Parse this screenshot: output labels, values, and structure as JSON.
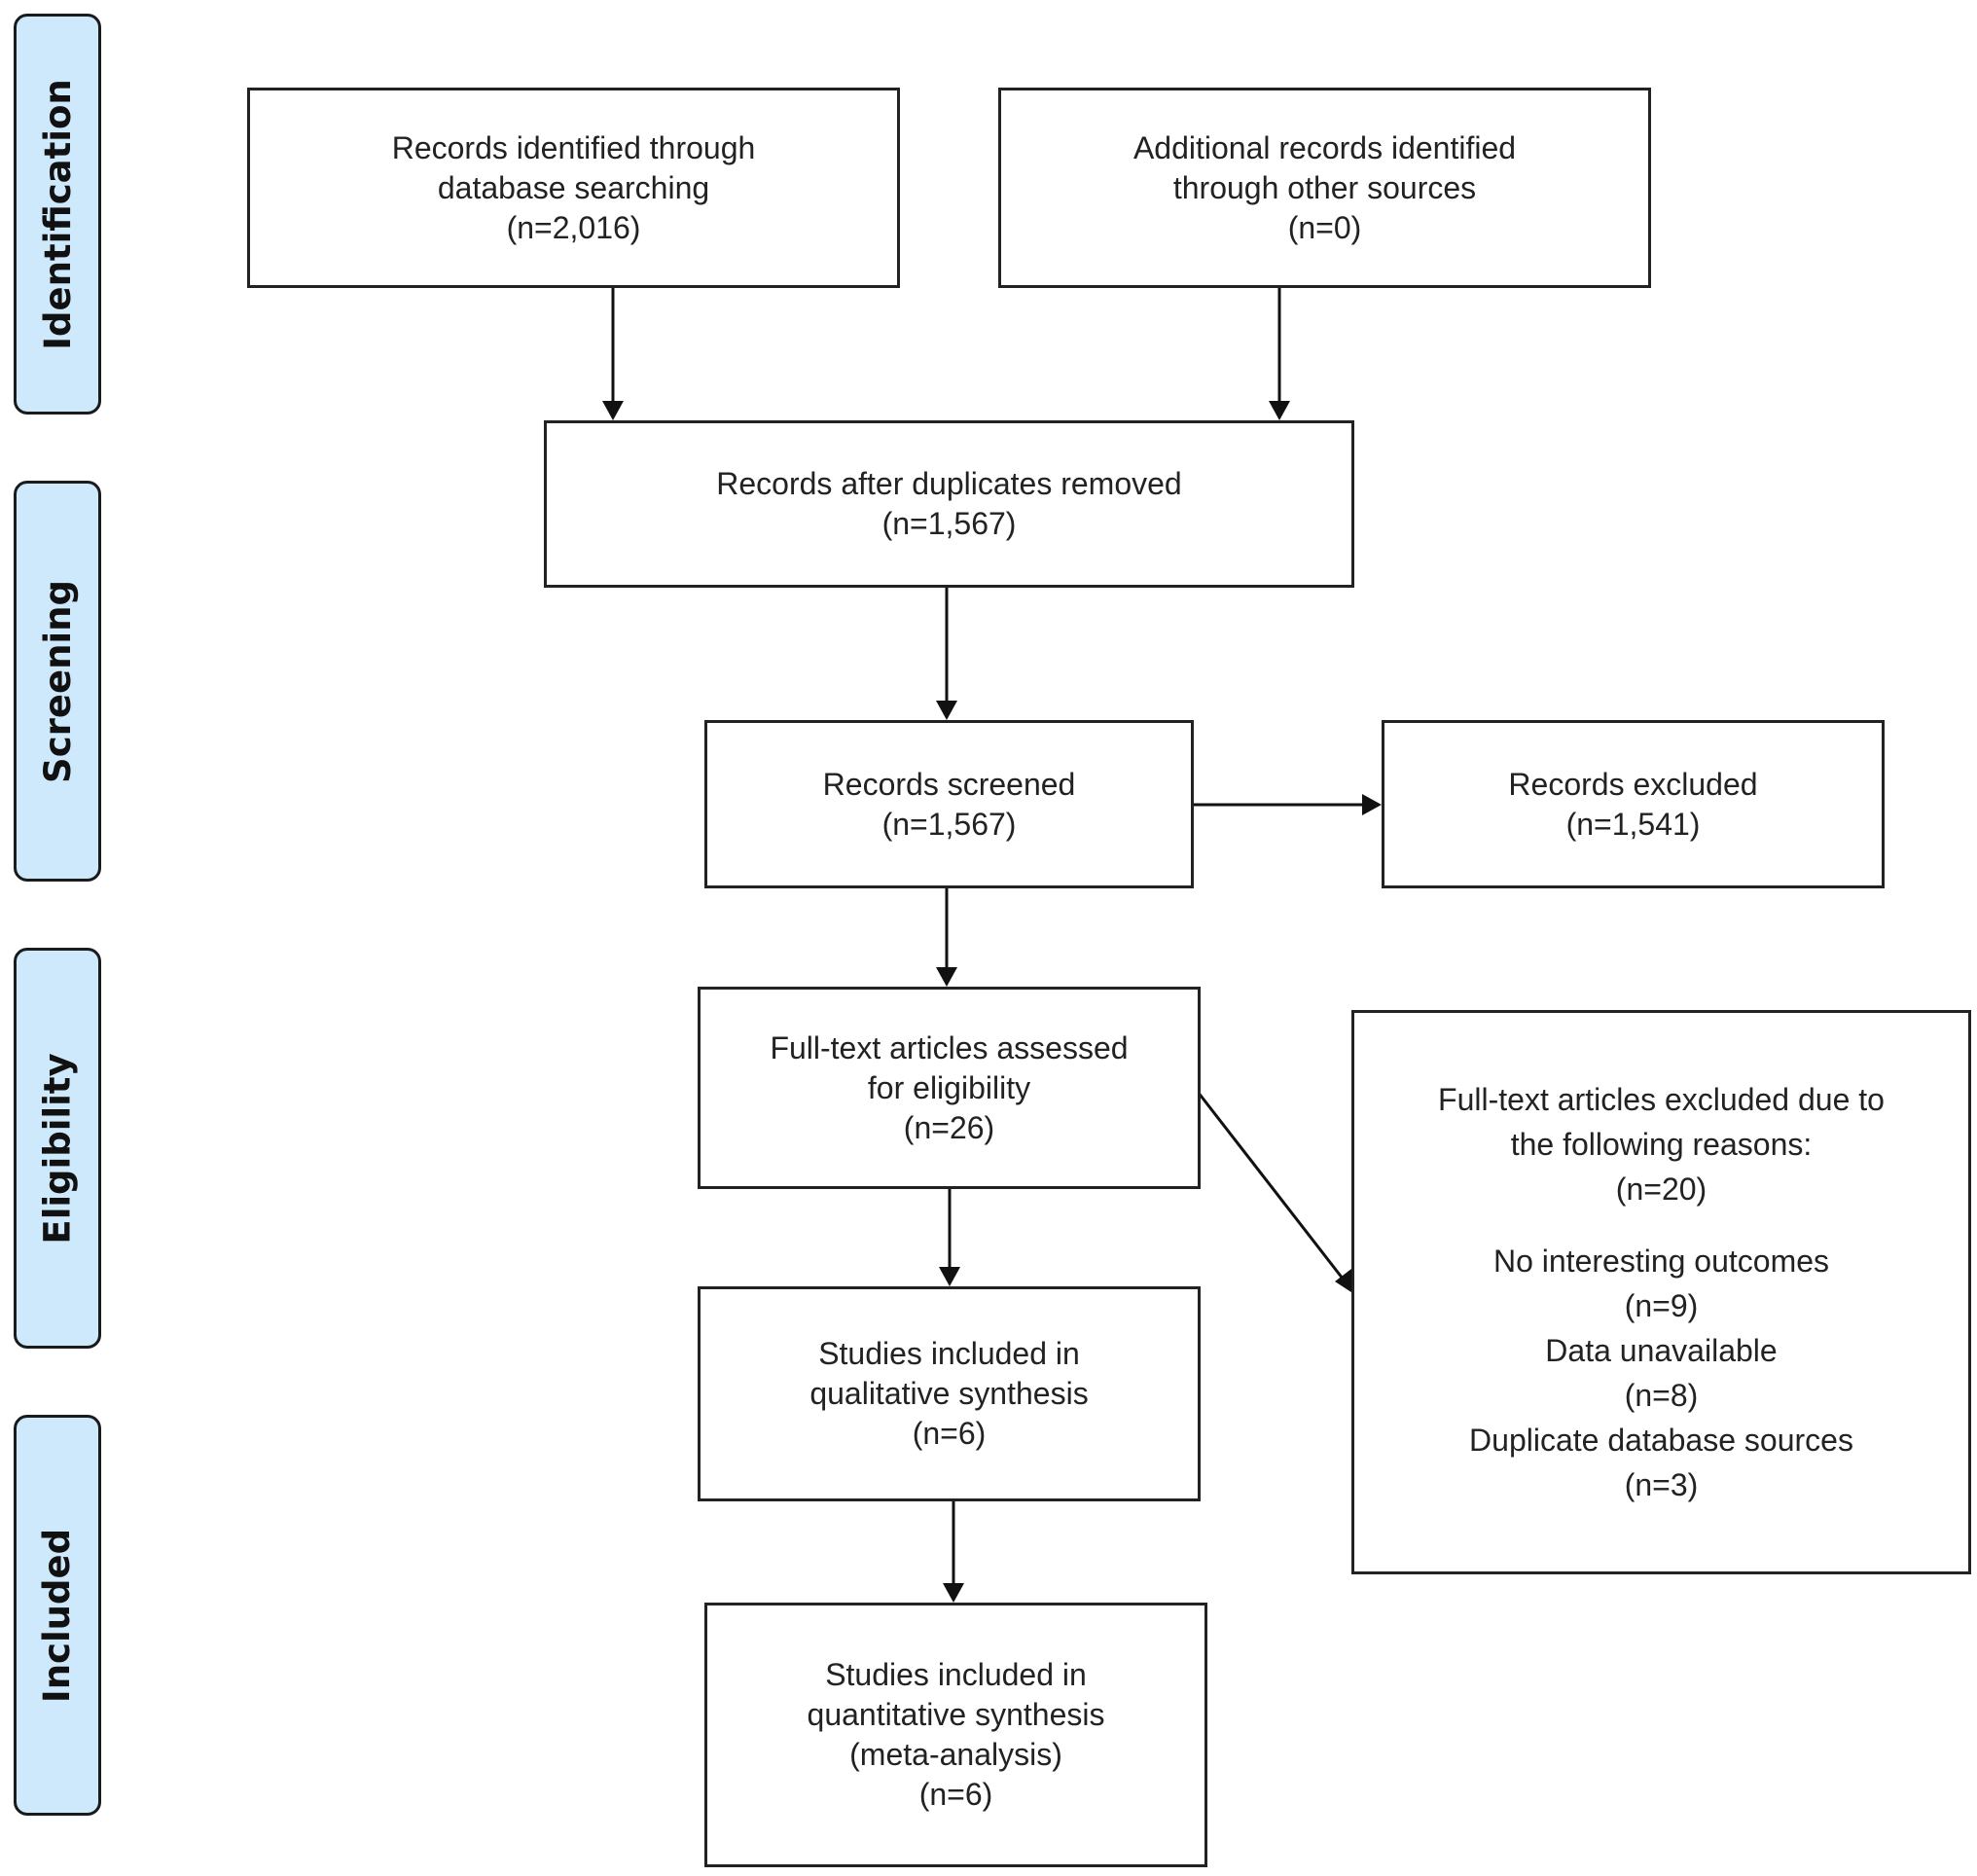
{
  "phases": {
    "identification": "Identification",
    "screening": "Screening",
    "eligibility": "Eligibility",
    "included": "Included"
  },
  "boxes": {
    "database": {
      "line1": "Records identified through",
      "line2": "database searching",
      "count": "(n=2,016)"
    },
    "other_sources": {
      "line1": "Additional records identified",
      "line2": "through other sources",
      "count": "(n=0)"
    },
    "duplicates_removed": {
      "line1": "Records after duplicates removed",
      "count": "(n=1,567)"
    },
    "screened": {
      "line1": "Records screened",
      "count": "(n=1,567)"
    },
    "excluded": {
      "line1": "Records excluded",
      "count": "(n=1,541)"
    },
    "fulltext_assessed": {
      "line1": "Full-text articles assessed",
      "line2": "for eligibility",
      "count": "(n=26)"
    },
    "fulltext_excluded": {
      "line1": "Full-text articles excluded due to",
      "line2": "the following reasons:",
      "count": "(n=20)",
      "reasons": [
        {
          "label": "No interesting outcomes",
          "count": "(n=9)"
        },
        {
          "label": "Data unavailable",
          "count": "(n=8)"
        },
        {
          "label": "Duplicate database sources",
          "count": "(n=3)"
        }
      ]
    },
    "qualitative": {
      "line1": "Studies included in",
      "line2": "qualitative synthesis",
      "count": "(n=6)"
    },
    "quantitative": {
      "line1": "Studies included in",
      "line2": "quantitative synthesis",
      "line3": "(meta-analysis)",
      "count": "(n=6)"
    }
  },
  "colors": {
    "phase_fill": "#cde9fb",
    "border": "#222222",
    "arrow": "#111111"
  }
}
